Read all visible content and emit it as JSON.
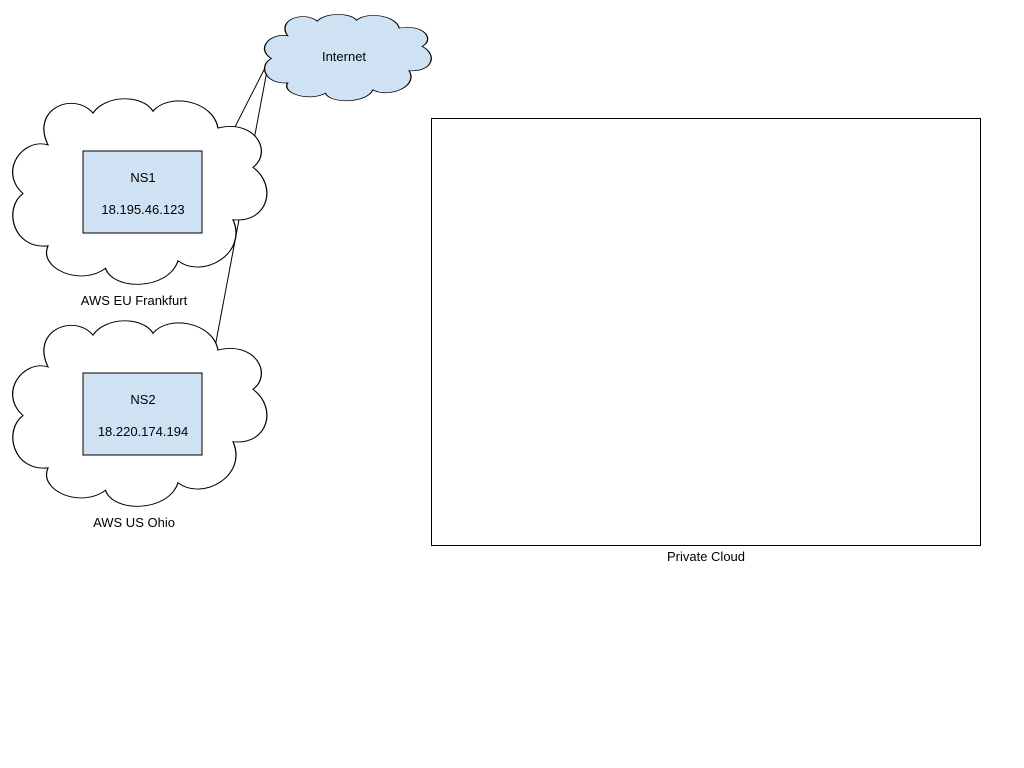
{
  "diagram": {
    "colors": {
      "node_fill": "#cfe2f3",
      "stroke": "#000000",
      "background": "#ffffff"
    },
    "internet": {
      "label": "Internet",
      "shape": "cloud"
    },
    "regions": [
      {
        "label": "AWS EU Frankfurt",
        "shape": "cloud",
        "server": {
          "name": "NS1",
          "ip": "18.195.46.123"
        }
      },
      {
        "label": "AWS US Ohio",
        "shape": "cloud",
        "server": {
          "name": "NS2",
          "ip": "18.220.174.194"
        }
      }
    ],
    "private_cloud": {
      "label": "Private Cloud",
      "shape": "rectangle"
    },
    "connections": [
      {
        "from": "NS1",
        "to": "Internet"
      },
      {
        "from": "NS2",
        "to": "Internet"
      }
    ]
  }
}
